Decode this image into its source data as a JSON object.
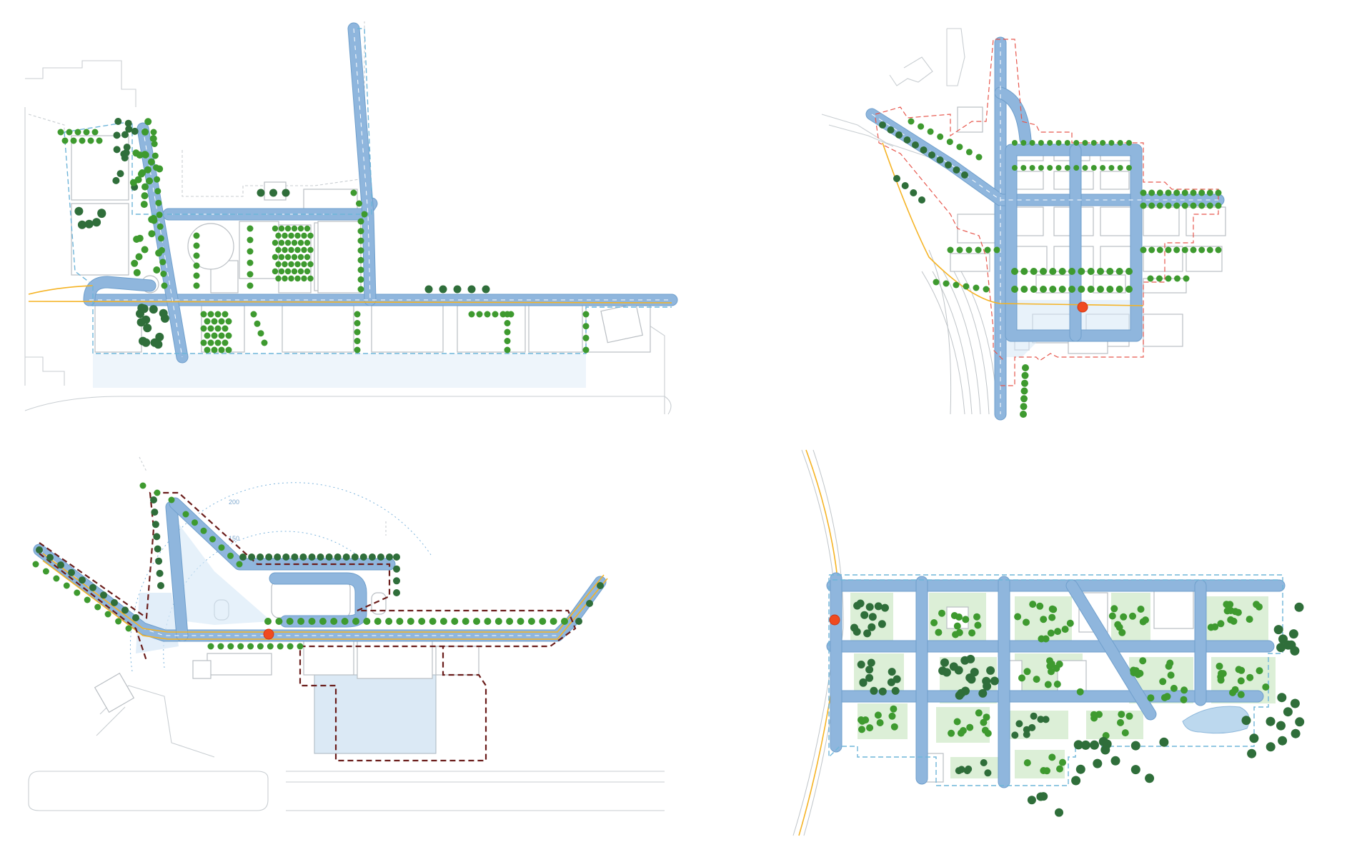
{
  "panels": [
    {
      "id": "plan-top-left"
    },
    {
      "id": "plan-top-right"
    },
    {
      "id": "plan-bottom-left",
      "ring_labels": [
        "200",
        "150"
      ]
    },
    {
      "id": "plan-bottom-right"
    }
  ],
  "colors": {
    "road": "#8fb6dd",
    "plaza": "#d6e7f6",
    "tree_dark": "#2f6e3a",
    "tree_light": "#3e9a2f",
    "rail": "#f5b324",
    "station": "#f04a1f",
    "boundary_blue": "#6fb5d9",
    "boundary_red": "#e7574d",
    "boundary_dark": "#6a1d1b"
  },
  "markers": {
    "station_icon": "transit-station-icon",
    "tree_icon": "tree-icon"
  }
}
